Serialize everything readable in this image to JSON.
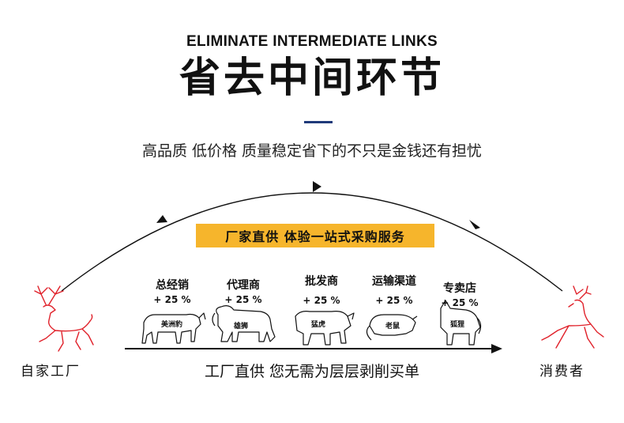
{
  "header": {
    "english_title": "ELIMINATE INTERMEDIATE LINKS",
    "chinese_title": "省去中间环节",
    "subtitle": "高品质 低价格 质量稳定省下的不只是金钱还有担忧"
  },
  "banner": {
    "text": "厂家直供 体验一站式采购服务"
  },
  "middlemen": [
    {
      "name": "总经销",
      "markup": "+ 25 %",
      "animal": "美洲豹"
    },
    {
      "name": "代理商",
      "markup": "+ 25 %",
      "animal": "雄狮"
    },
    {
      "name": "批发商",
      "markup": "+ 25 %",
      "animal": "猛虎"
    },
    {
      "name": "运输渠道",
      "markup": "+ 25 %",
      "animal": "老鼠"
    },
    {
      "name": "专卖店",
      "markup": "+ 25 %",
      "animal": "狐狸"
    }
  ],
  "ends": {
    "factory_label": "自家工厂",
    "consumer_label": "消费者"
  },
  "slogan": "工厂直供 您无需为层层剥削买单",
  "colors": {
    "title_rule": "#1f3a7a",
    "banner_bg": "#f6b52c",
    "deer_outline": "#e0212a",
    "arrow": "#111111"
  },
  "icons": [
    "deer-icon-factory",
    "deer-icon-consumer",
    "leopard-icon",
    "lion-icon",
    "tiger-icon",
    "rat-icon",
    "fox-icon"
  ]
}
